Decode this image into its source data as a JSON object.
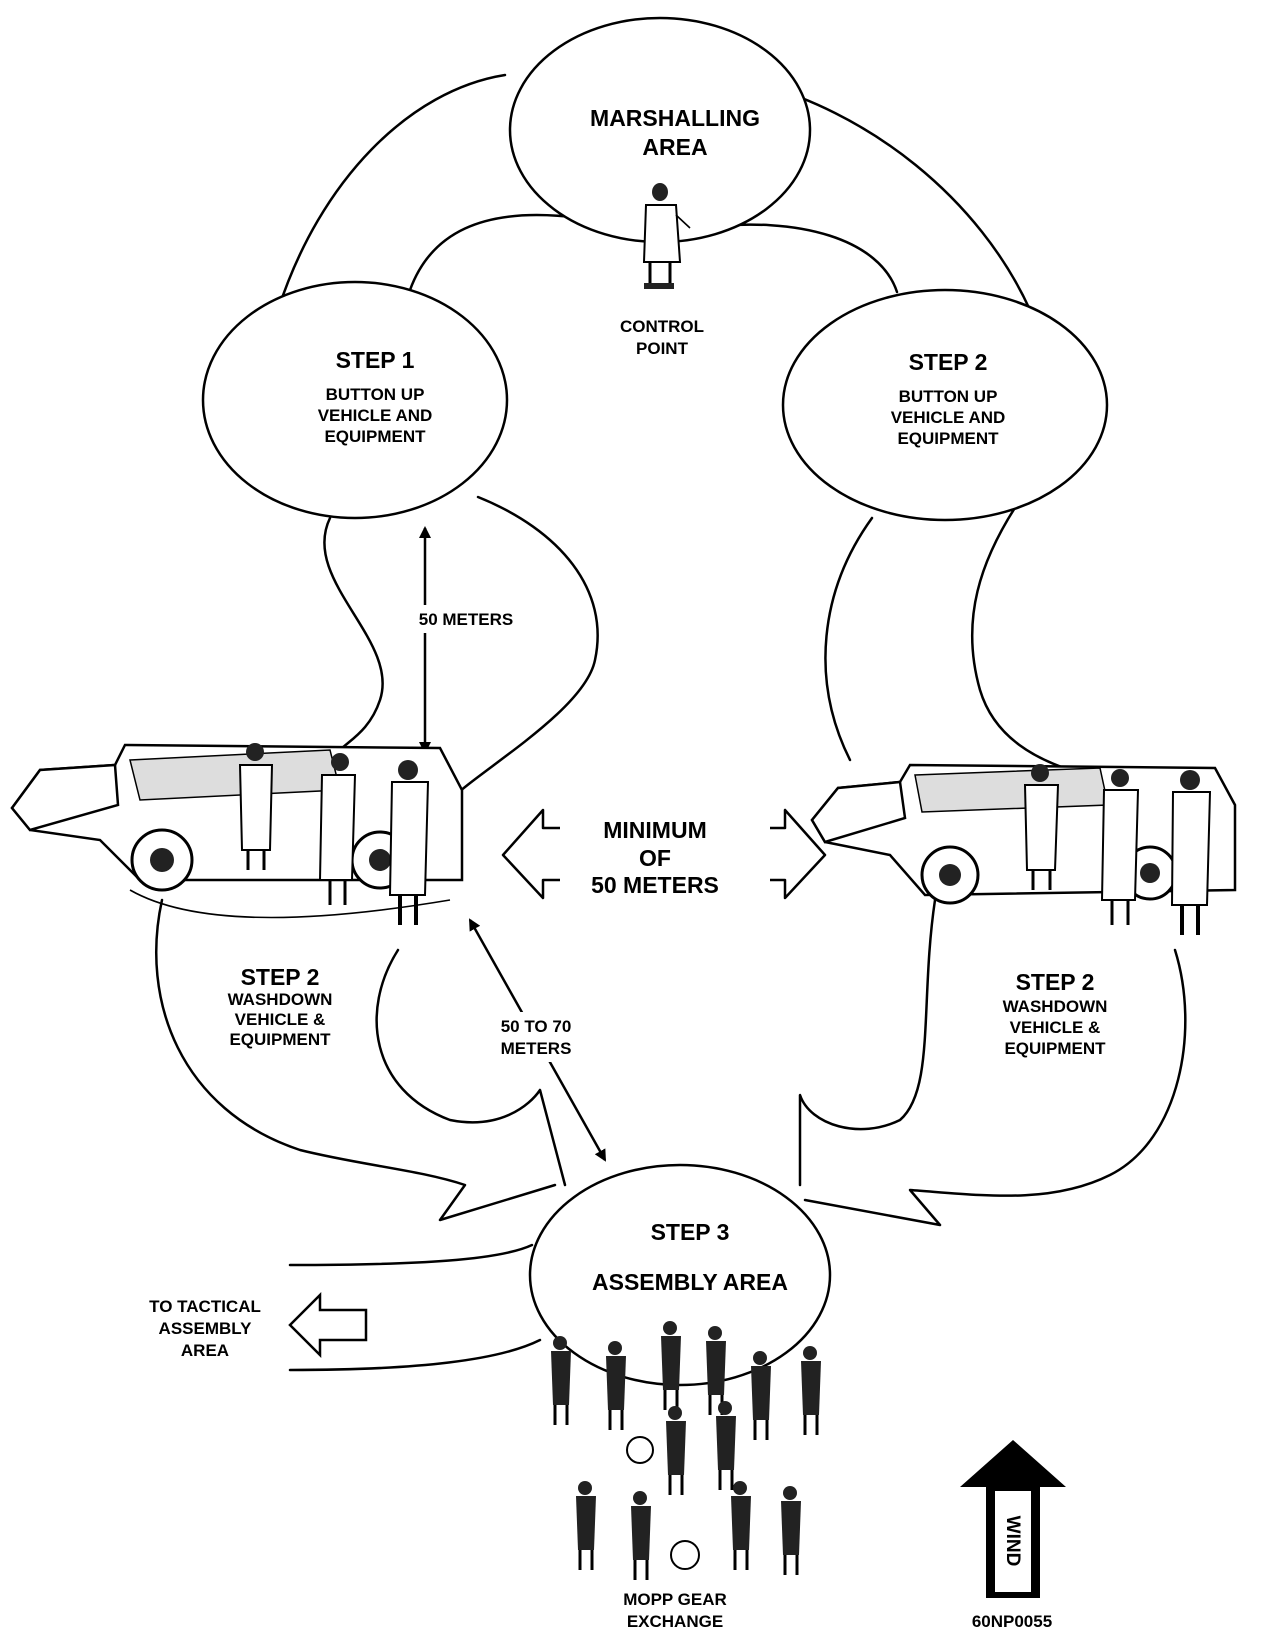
{
  "marshalling": {
    "line1": "MARSHALLING",
    "line2": "AREA"
  },
  "control_point": {
    "line1": "CONTROL",
    "line2": "POINT"
  },
  "step1_top": {
    "title": "STEP 1",
    "line1": "BUTTON UP",
    "line2": "VEHICLE AND",
    "line3": "EQUIPMENT"
  },
  "step2_top": {
    "title": "STEP 2",
    "line1": "BUTTON UP",
    "line2": "VEHICLE AND",
    "line3": "EQUIPMENT"
  },
  "dist_50": "50 METERS",
  "minimum": {
    "line1": "MINIMUM",
    "line2": "OF",
    "line3": "50 METERS"
  },
  "washdown_left": {
    "title": "STEP 2",
    "line1": "WASHDOWN",
    "line2": "VEHICLE &",
    "line3": "EQUIPMENT"
  },
  "washdown_right": {
    "title": "STEP 2",
    "line1": "WASHDOWN",
    "line2": "VEHICLE &",
    "line3": "EQUIPMENT"
  },
  "dist_50_70": {
    "line1": "50 TO 70",
    "line2": "METERS"
  },
  "step3": {
    "title": "STEP 3",
    "subtitle": "ASSEMBLY AREA"
  },
  "tactical": {
    "line1": "TO TACTICAL",
    "line2": "ASSEMBLY",
    "line3": "AREA"
  },
  "mopp": {
    "line1": "MOPP GEAR",
    "line2": "EXCHANGE"
  },
  "wind": "WIND",
  "figure_id": "60NP0055"
}
